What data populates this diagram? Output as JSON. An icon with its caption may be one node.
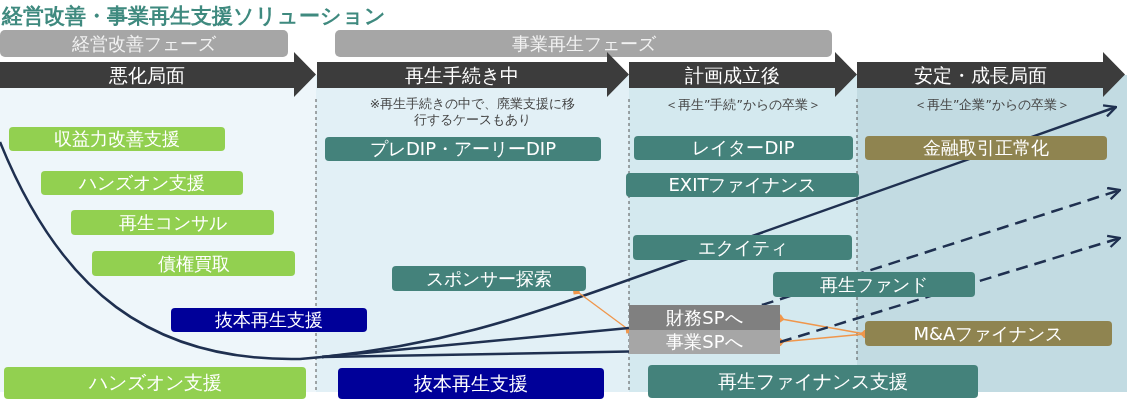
{
  "diagram": {
    "title": "経営改善・事業再生支援ソリューション",
    "nodes": [
      {
        "text": [
          "経営改善フェーズ"
        ]
      },
      {
        "text": [
          "事業再生フェーズ"
        ]
      },
      {
        "text": [
          "悪化局面"
        ]
      },
      {
        "text": [
          "再生手続き中"
        ]
      },
      {
        "text": [
          "計画成立後"
        ]
      },
      {
        "text": [
          "安定・成長局面"
        ]
      },
      {
        "text": [
          "収益力改善支援"
        ]
      },
      {
        "text": [
          "ハンズオン支援"
        ]
      },
      {
        "text": [
          "再生コンサル"
        ]
      },
      {
        "text": [
          "債権買取"
        ]
      },
      {
        "text": [
          "抜本再生支援"
        ]
      },
      {
        "text": [
          "ハンズオン支援"
        ]
      },
      {
        "text": [
          "プレDIP・アーリーDIP"
        ]
      },
      {
        "text": [
          "スポンサー探索"
        ]
      },
      {
        "text": [
          "抜本再生支援"
        ]
      },
      {
        "text": [
          "レイターDIP"
        ]
      },
      {
        "text": [
          "EXITファイナンス"
        ]
      },
      {
        "text": [
          "エクイティ"
        ]
      },
      {
        "text": [
          "財務SPへ"
        ]
      },
      {
        "text": [
          "事業SPへ"
        ]
      },
      {
        "text": [
          "再生ファンド"
        ]
      },
      {
        "text": [
          "再生ファイナンス支援"
        ]
      },
      {
        "text": [
          "金融取引正常化"
        ]
      },
      {
        "text": [
          "M&Aファイナンス"
        ]
      }
    ],
    "edges": [
      {
        "from": 13,
        "to": 18,
        "arrow": "other",
        "color": "#f0964b"
      },
      {
        "from": 23,
        "to": 18,
        "arrow": "other",
        "color": "#f0964b"
      },
      {
        "from": 23,
        "to": 19,
        "arrow": "other",
        "color": "#f0964b"
      },
      {
        "from": null,
        "to": 18,
        "arrow": "none"
      },
      {
        "from": null,
        "to": 19,
        "arrow": "none"
      },
      {
        "from": 18,
        "to": null,
        "arrow": "to",
        "style": "dashed"
      },
      {
        "from": 19,
        "to": null,
        "arrow": "to",
        "style": "dashed"
      }
    ],
    "labels": [
      "※再生手続きの中で、廃業支援に移行するケースもあり",
      "＜再生”手続”からの卒業＞",
      "＜再生”企業”からの卒業＞"
    ]
  }
}
